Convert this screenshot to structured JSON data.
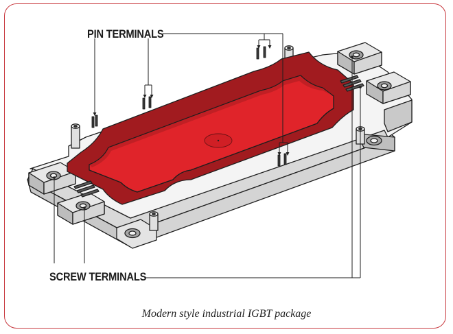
{
  "labels": {
    "pin_terminals": "PIN TERMINALS",
    "screw_terminals": "SCREW TERMINALS"
  },
  "caption": "Modern style industrial IGBT package",
  "colors": {
    "frame_border": "#c8393f",
    "cavity_red": "#e0242a",
    "cavity_dark": "#9b1a1d",
    "housing": "#f2f2f2",
    "outline": "#1e1e1e"
  }
}
